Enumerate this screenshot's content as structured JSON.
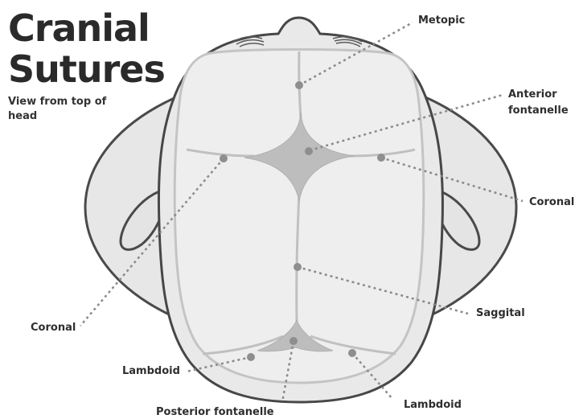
{
  "title": {
    "line1": "Cranial",
    "line2": "Sutures"
  },
  "subtitle": "View from top of head",
  "labels": {
    "metopic": "Metopic",
    "anterior_fontanelle": "Anterior fontanelle",
    "coronal_right": "Coronal",
    "coronal_left": "Coronal",
    "saggital": "Saggital",
    "lambdoid_left": "Lambdoid",
    "lambdoid_right": "Lambdoid",
    "posterior_fontanelle": "Posterior fontanelle"
  },
  "colors": {
    "outline": "#4a4a4a",
    "skin": "#e6e6e6",
    "skull": "#ececec",
    "suture": "#c2c2c2",
    "fontanelle": "#bdbdbd",
    "dot": "#8e8e8e",
    "leader": "#8a8a8a"
  }
}
